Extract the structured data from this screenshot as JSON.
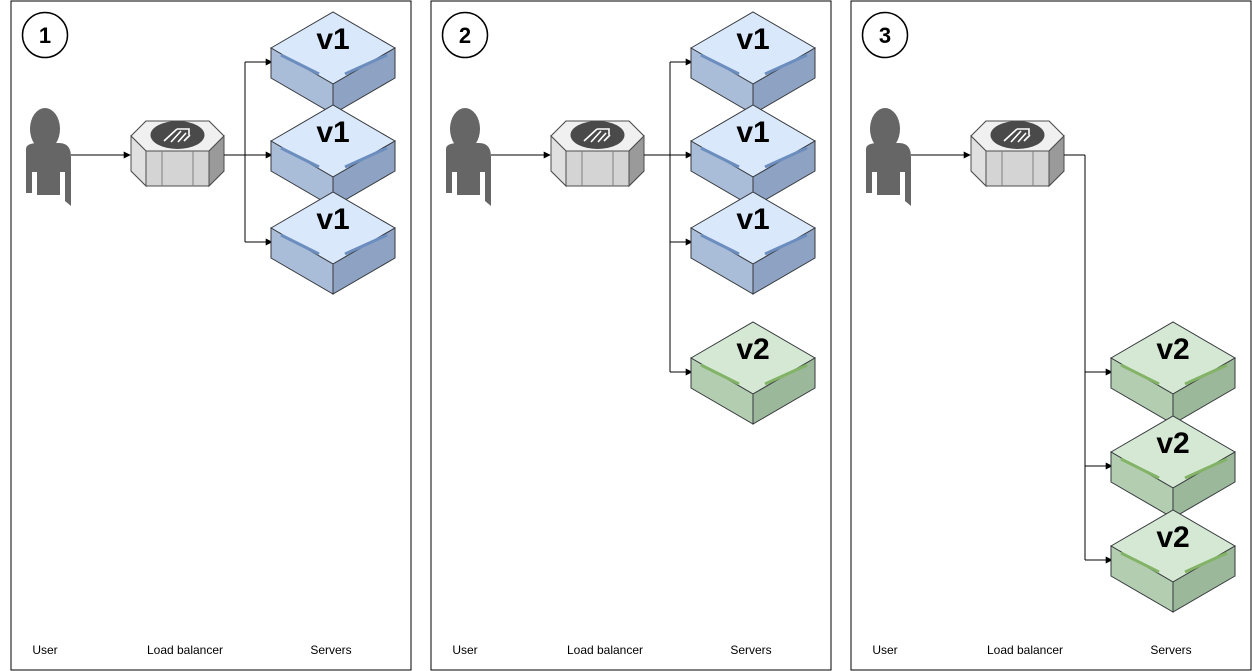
{
  "panels": [
    {
      "step": "1",
      "captions": {
        "user": "User",
        "load_balancer": "Load balancer",
        "servers": "Servers"
      },
      "servers": [
        {
          "label": "v1",
          "color": "blue"
        },
        {
          "label": "v1",
          "color": "blue"
        },
        {
          "label": "v1",
          "color": "blue"
        }
      ]
    },
    {
      "step": "2",
      "captions": {
        "user": "User",
        "load_balancer": "Load balancer",
        "servers": "Servers"
      },
      "servers": [
        {
          "label": "v1",
          "color": "blue"
        },
        {
          "label": "v1",
          "color": "blue"
        },
        {
          "label": "v1",
          "color": "blue"
        },
        {
          "label": "v2",
          "color": "green"
        }
      ]
    },
    {
      "step": "3",
      "captions": {
        "user": "User",
        "load_balancer": "Load balancer",
        "servers": "Servers"
      },
      "servers": [
        {
          "label": "v2",
          "color": "green"
        },
        {
          "label": "v2",
          "color": "green"
        },
        {
          "label": "v2",
          "color": "green"
        }
      ]
    }
  ],
  "colors": {
    "blue_top": "#dae8fc",
    "blue_side": "#a9bcd8",
    "blue_side_dark": "#8ea3c4",
    "blue_stripe": "#6c8ebf",
    "green_top": "#d5e8d4",
    "green_side": "#b3cdb1",
    "green_side_dark": "#9cb89a",
    "green_stripe": "#82b366",
    "person": "#666666"
  }
}
